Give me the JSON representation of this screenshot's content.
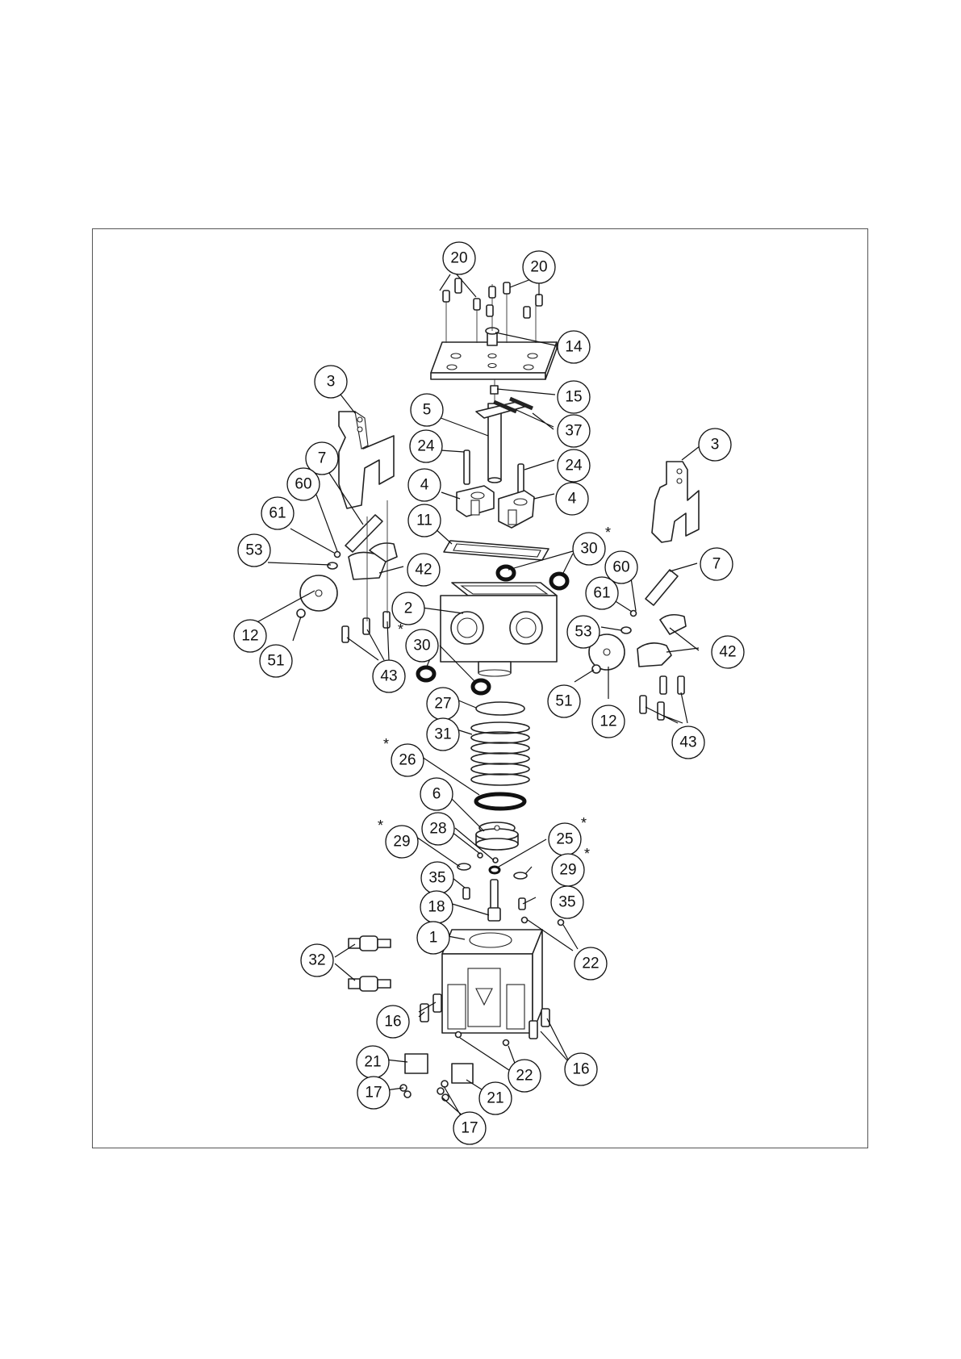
{
  "diagram": {
    "view": "exploded-assembly",
    "colors": {
      "line": "#222222",
      "frame": "#555555",
      "background": "#ffffff"
    },
    "callouts": [
      {
        "id": "c20a",
        "number": "20",
        "starred": false
      },
      {
        "id": "c20b",
        "number": "20",
        "starred": false
      },
      {
        "id": "c14",
        "number": "14",
        "starred": false
      },
      {
        "id": "c15",
        "number": "15",
        "starred": false
      },
      {
        "id": "c37",
        "number": "37",
        "starred": false
      },
      {
        "id": "c5",
        "number": "5",
        "starred": false
      },
      {
        "id": "c3l",
        "number": "3",
        "starred": false
      },
      {
        "id": "c3r",
        "number": "3",
        "starred": false
      },
      {
        "id": "c24l",
        "number": "24",
        "starred": false
      },
      {
        "id": "c24r",
        "number": "24",
        "starred": false
      },
      {
        "id": "c7l",
        "number": "7",
        "starred": false
      },
      {
        "id": "c7r",
        "number": "7",
        "starred": false
      },
      {
        "id": "c60l",
        "number": "60",
        "starred": false
      },
      {
        "id": "c60r",
        "number": "60",
        "starred": false
      },
      {
        "id": "c4l",
        "number": "4",
        "starred": false
      },
      {
        "id": "c4r",
        "number": "4",
        "starred": false
      },
      {
        "id": "c61l",
        "number": "61",
        "starred": false
      },
      {
        "id": "c61r",
        "number": "61",
        "starred": false
      },
      {
        "id": "c11",
        "number": "11",
        "starred": false
      },
      {
        "id": "c30a",
        "number": "30",
        "starred": true
      },
      {
        "id": "c30b",
        "number": "30",
        "starred": true
      },
      {
        "id": "c53l",
        "number": "53",
        "starred": false
      },
      {
        "id": "c53r",
        "number": "53",
        "starred": false
      },
      {
        "id": "c42l",
        "number": "42",
        "starred": false
      },
      {
        "id": "c42r",
        "number": "42",
        "starred": false
      },
      {
        "id": "c2",
        "number": "2",
        "starred": false
      },
      {
        "id": "c12l",
        "number": "12",
        "starred": false
      },
      {
        "id": "c12r",
        "number": "12",
        "starred": false
      },
      {
        "id": "c51l",
        "number": "51",
        "starred": false
      },
      {
        "id": "c51r",
        "number": "51",
        "starred": false
      },
      {
        "id": "c43l",
        "number": "43",
        "starred": false
      },
      {
        "id": "c43r",
        "number": "43",
        "starred": false
      },
      {
        "id": "c27",
        "number": "27",
        "starred": false
      },
      {
        "id": "c31",
        "number": "31",
        "starred": false
      },
      {
        "id": "c26",
        "number": "26",
        "starred": true
      },
      {
        "id": "c6",
        "number": "6",
        "starred": false
      },
      {
        "id": "c28",
        "number": "28",
        "starred": false
      },
      {
        "id": "c25",
        "number": "25",
        "starred": true
      },
      {
        "id": "c29l",
        "number": "29",
        "starred": true
      },
      {
        "id": "c29r",
        "number": "29",
        "starred": true
      },
      {
        "id": "c35l",
        "number": "35",
        "starred": false
      },
      {
        "id": "c35r",
        "number": "35",
        "starred": false
      },
      {
        "id": "c18",
        "number": "18",
        "starred": false
      },
      {
        "id": "c1",
        "number": "1",
        "starred": false
      },
      {
        "id": "c22a",
        "number": "22",
        "starred": false
      },
      {
        "id": "c22b",
        "number": "22",
        "starred": false
      },
      {
        "id": "c32",
        "number": "32",
        "starred": false
      },
      {
        "id": "c16l",
        "number": "16",
        "starred": false
      },
      {
        "id": "c16r",
        "number": "16",
        "starred": false
      },
      {
        "id": "c21l",
        "number": "21",
        "starred": false
      },
      {
        "id": "c21r",
        "number": "21",
        "starred": false
      },
      {
        "id": "c17l",
        "number": "17",
        "starred": false
      },
      {
        "id": "c17r",
        "number": "17",
        "starred": false
      }
    ],
    "star_symbol": "*"
  }
}
